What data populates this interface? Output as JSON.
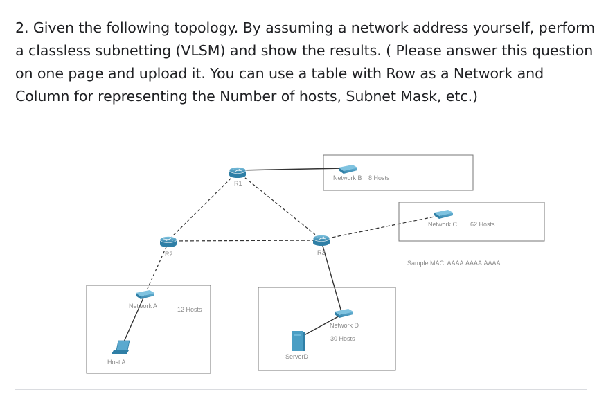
{
  "question": {
    "text": "2. Given the following topology. By assuming a network address yourself, perform a classless subnetting (VLSM) and show the results. ( Please answer this question on one page and upload it. You can use a table with Row as a Network and Column for representing the Number of hosts, Subnet Mask, etc.)"
  },
  "topology": {
    "routers": {
      "r1": "R1",
      "r2": "R2",
      "r3": "R3"
    },
    "network_b": {
      "name": "Network B",
      "hosts": "8 Hosts"
    },
    "network_c": {
      "name": "Network C",
      "hosts": "62 Hosts"
    },
    "network_a": {
      "name": "Network A",
      "hosts": "12 Hosts"
    },
    "network_d": {
      "name": "Network D",
      "hosts": "30 Hosts"
    },
    "sample_mac": "Sample MAC: AAAA.AAAA.AAAA",
    "host_a": "Host A",
    "server_d": "ServerD",
    "colors": {
      "device": "#4a9ec4",
      "device_dark": "#2f7fa6",
      "box": "#777777",
      "link": "#333333"
    },
    "icons": [
      "router-icon",
      "switch-icon",
      "laptop-icon",
      "server-icon"
    ]
  }
}
